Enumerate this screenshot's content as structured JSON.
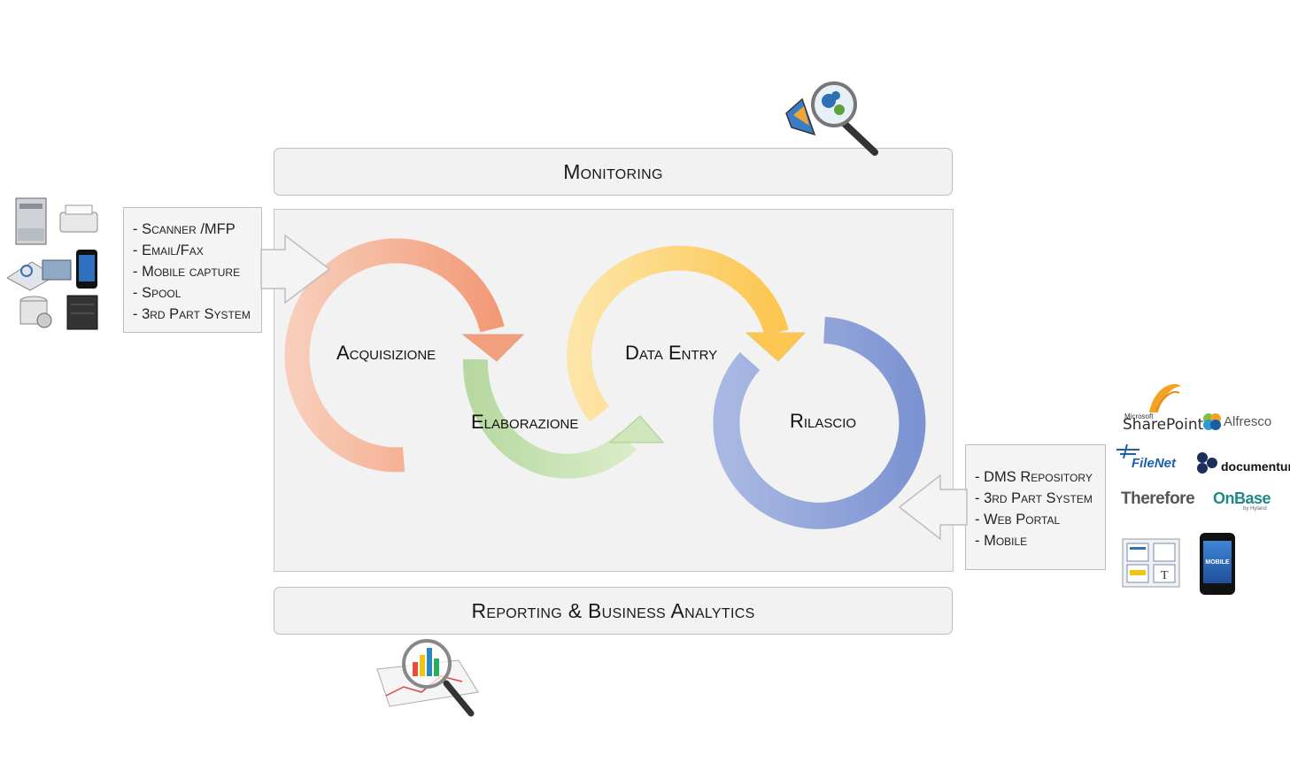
{
  "monitoring": {
    "label": "Monitoring"
  },
  "reporting": {
    "label": "Reporting & Business Analytics"
  },
  "stages": {
    "acquisizione": "Acquisizione",
    "elaborazione": "Elaborazione",
    "data_entry": "Data Entry",
    "rilascio": "Rilascio"
  },
  "inputs": {
    "items": [
      "- Scanner /MFP",
      "- Email/Fax",
      "- Mobile capture",
      "- Spool",
      "- 3rd Part System"
    ]
  },
  "outputs": {
    "items": [
      "- DMS Repository",
      "- 3rd Part System",
      "- Web Portal",
      "- Mobile"
    ]
  },
  "logos": {
    "sharepoint_small": "Microsoft",
    "sharepoint": "SharePoint",
    "alfresco": "Alfresco",
    "filenet": "FileNet",
    "documentum": "documentum",
    "therefore": "Therefore",
    "onbase": "OnBase",
    "onbase_sub": "by Hyland",
    "mobile_badge": "MOBILE"
  },
  "colors": {
    "acquisizione": "#f4a58a",
    "elaborazione": "#a9d08e",
    "data_entry": "#fdd071",
    "rilascio": "#8ea3d6",
    "panel": "#f2f2f2"
  }
}
